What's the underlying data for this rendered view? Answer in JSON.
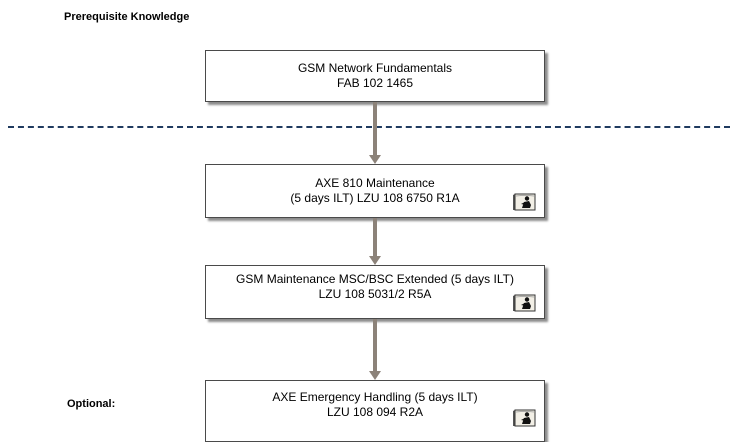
{
  "headings": {
    "prerequisite": "Prerequisite Knowledge",
    "optional": "Optional:"
  },
  "courses": [
    {
      "line1": "GSM Network Fundamentals",
      "line2": "FAB 102 1465",
      "icon": ""
    },
    {
      "line1": "AXE 810 Maintenance",
      "line2": "(5 days ILT) LZU 108 6750 R1A",
      "icon": "reader-book-icon"
    },
    {
      "line1": "GSM Maintenance MSC/BSC Extended (5 days ILT)",
      "line2": "LZU 108 5031/2 R5A",
      "icon": "reader-book-icon"
    },
    {
      "line1": "AXE Emergency Handling (5 days ILT)",
      "line2": "LZU 108 094 R2A",
      "icon": "reader-book-icon"
    }
  ],
  "colors": {
    "arrow": "#8c8279",
    "divider": "#1f3a5f",
    "box_border": "#4a4a4a"
  }
}
